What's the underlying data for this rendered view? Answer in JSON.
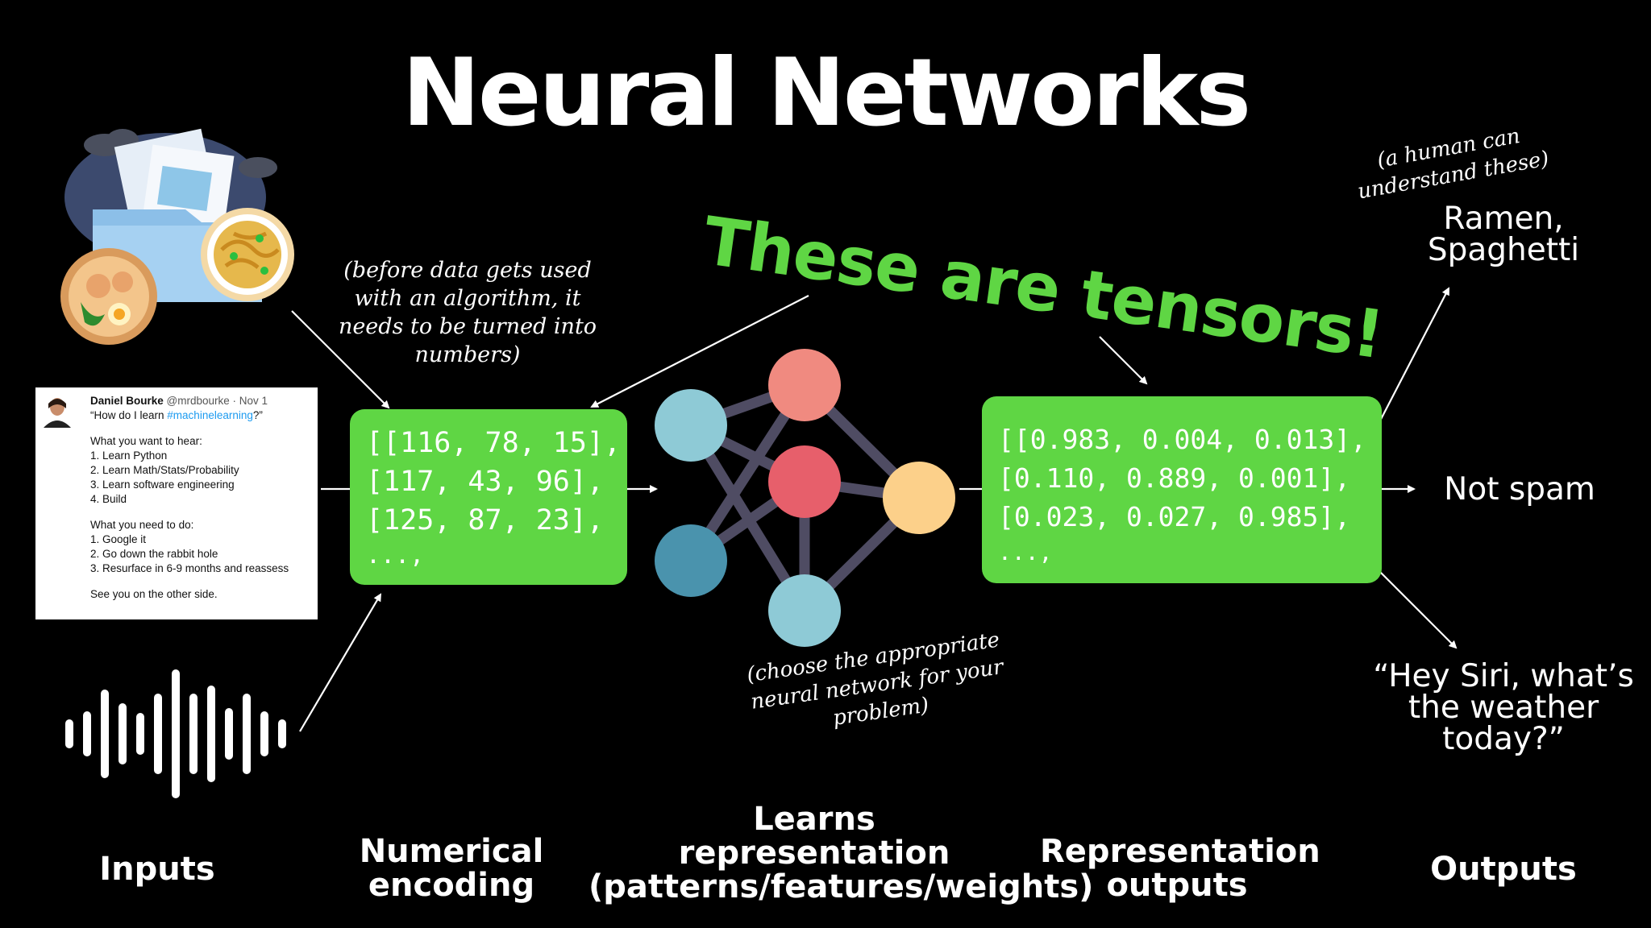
{
  "title": "Neural Networks",
  "callout": "These are tensors!",
  "notes": {
    "before_data": [
      "(before data gets used",
      "with an algorithm, it",
      "needs to be turned into",
      "numbers)"
    ],
    "human_understand": [
      "(a human can",
      "understand these)"
    ],
    "choose_network": [
      "(choose the appropriate",
      "neural network for your",
      "problem)"
    ]
  },
  "tweet": {
    "name": "Daniel Bourke",
    "meta": "@mrdbourke · Nov 1",
    "question_prefix": "“How do I learn ",
    "hashtag": "#machinelearning",
    "question_suffix": "?”",
    "want_heading": "What you want to hear:",
    "want_items": [
      "1. Learn Python",
      "2. Learn Math/Stats/Probability",
      "3. Learn software engineering",
      "4. Build"
    ],
    "need_heading": "What you need to do:",
    "need_items": [
      "1. Google it",
      "2. Go down the rabbit hole",
      "3. Resurface in 6-9 months and reassess"
    ],
    "closing": "See you on the other side."
  },
  "encoding_box": {
    "lines": [
      "[[116, 78, 15],",
      "[117, 43, 96],",
      "[125, 87, 23],",
      "...,"
    ]
  },
  "representation_box": {
    "lines": [
      "[[0.983, 0.004, 0.013],",
      "[0.110, 0.889, 0.001],",
      "[0.023, 0.027, 0.985],",
      "...,"
    ]
  },
  "outputs": {
    "food": [
      "Ramen,",
      "Spaghetti"
    ],
    "spam": "Not spam",
    "siri": [
      "“Hey Siri, what’s",
      "the weather",
      "today?”"
    ]
  },
  "stages": {
    "inputs": [
      "Inputs"
    ],
    "encoding": [
      "Numerical",
      "encoding"
    ],
    "learns": [
      "Learns",
      "representation",
      "(patterns/features/weights)"
    ],
    "representation": [
      "Representation",
      "outputs"
    ],
    "outputs": [
      "Outputs"
    ]
  },
  "icons": {
    "inputs_images": "image-folder-food-icon",
    "inputs_audio": "sound-wave-icon",
    "network": "neural-network-diagram"
  },
  "colors": {
    "background": "#000000",
    "accent_green": "#5fd644",
    "node_light_blue": "#8ecad6",
    "node_dark_blue": "#4a93ad",
    "node_salmon": "#f08a80",
    "node_red": "#e75f6b",
    "node_yellow": "#fcd08a",
    "edge": "#4f4c63"
  }
}
